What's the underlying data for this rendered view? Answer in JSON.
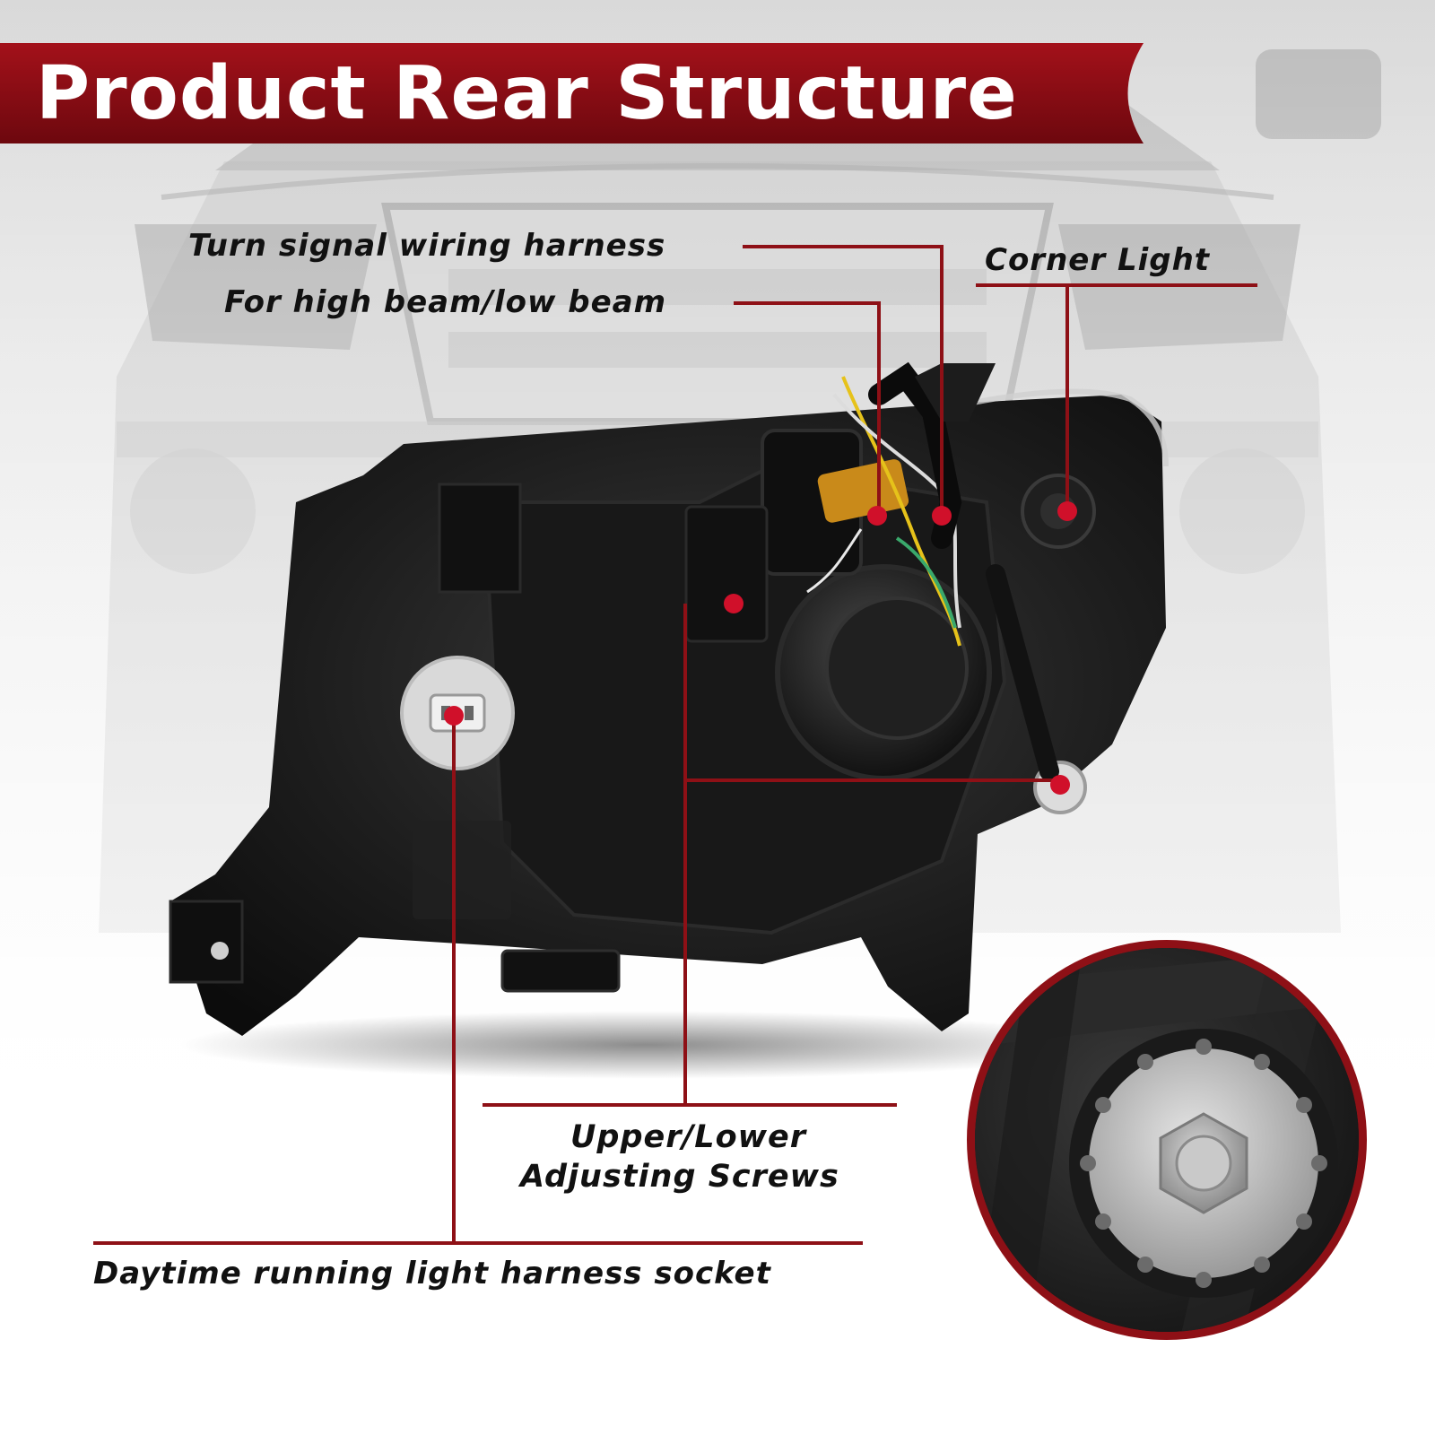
{
  "banner": {
    "title": "Product Rear Structure"
  },
  "callouts": {
    "turn_signal": "Turn signal wiring harness",
    "high_low_beam": "For high beam/low beam",
    "corner_light": "Corner Light",
    "adjusting_screws_line1": "Upper/Lower",
    "adjusting_screws_line2": "Adjusting Screws",
    "drl_socket": "Daytime running light harness socket"
  },
  "colors": {
    "accent": "#8e1016",
    "marker": "#d0102a",
    "housing": "#141414",
    "label_text": "#111111"
  },
  "icons": [
    "headlight-assembly-image",
    "adjusting-screw-closeup-image"
  ]
}
